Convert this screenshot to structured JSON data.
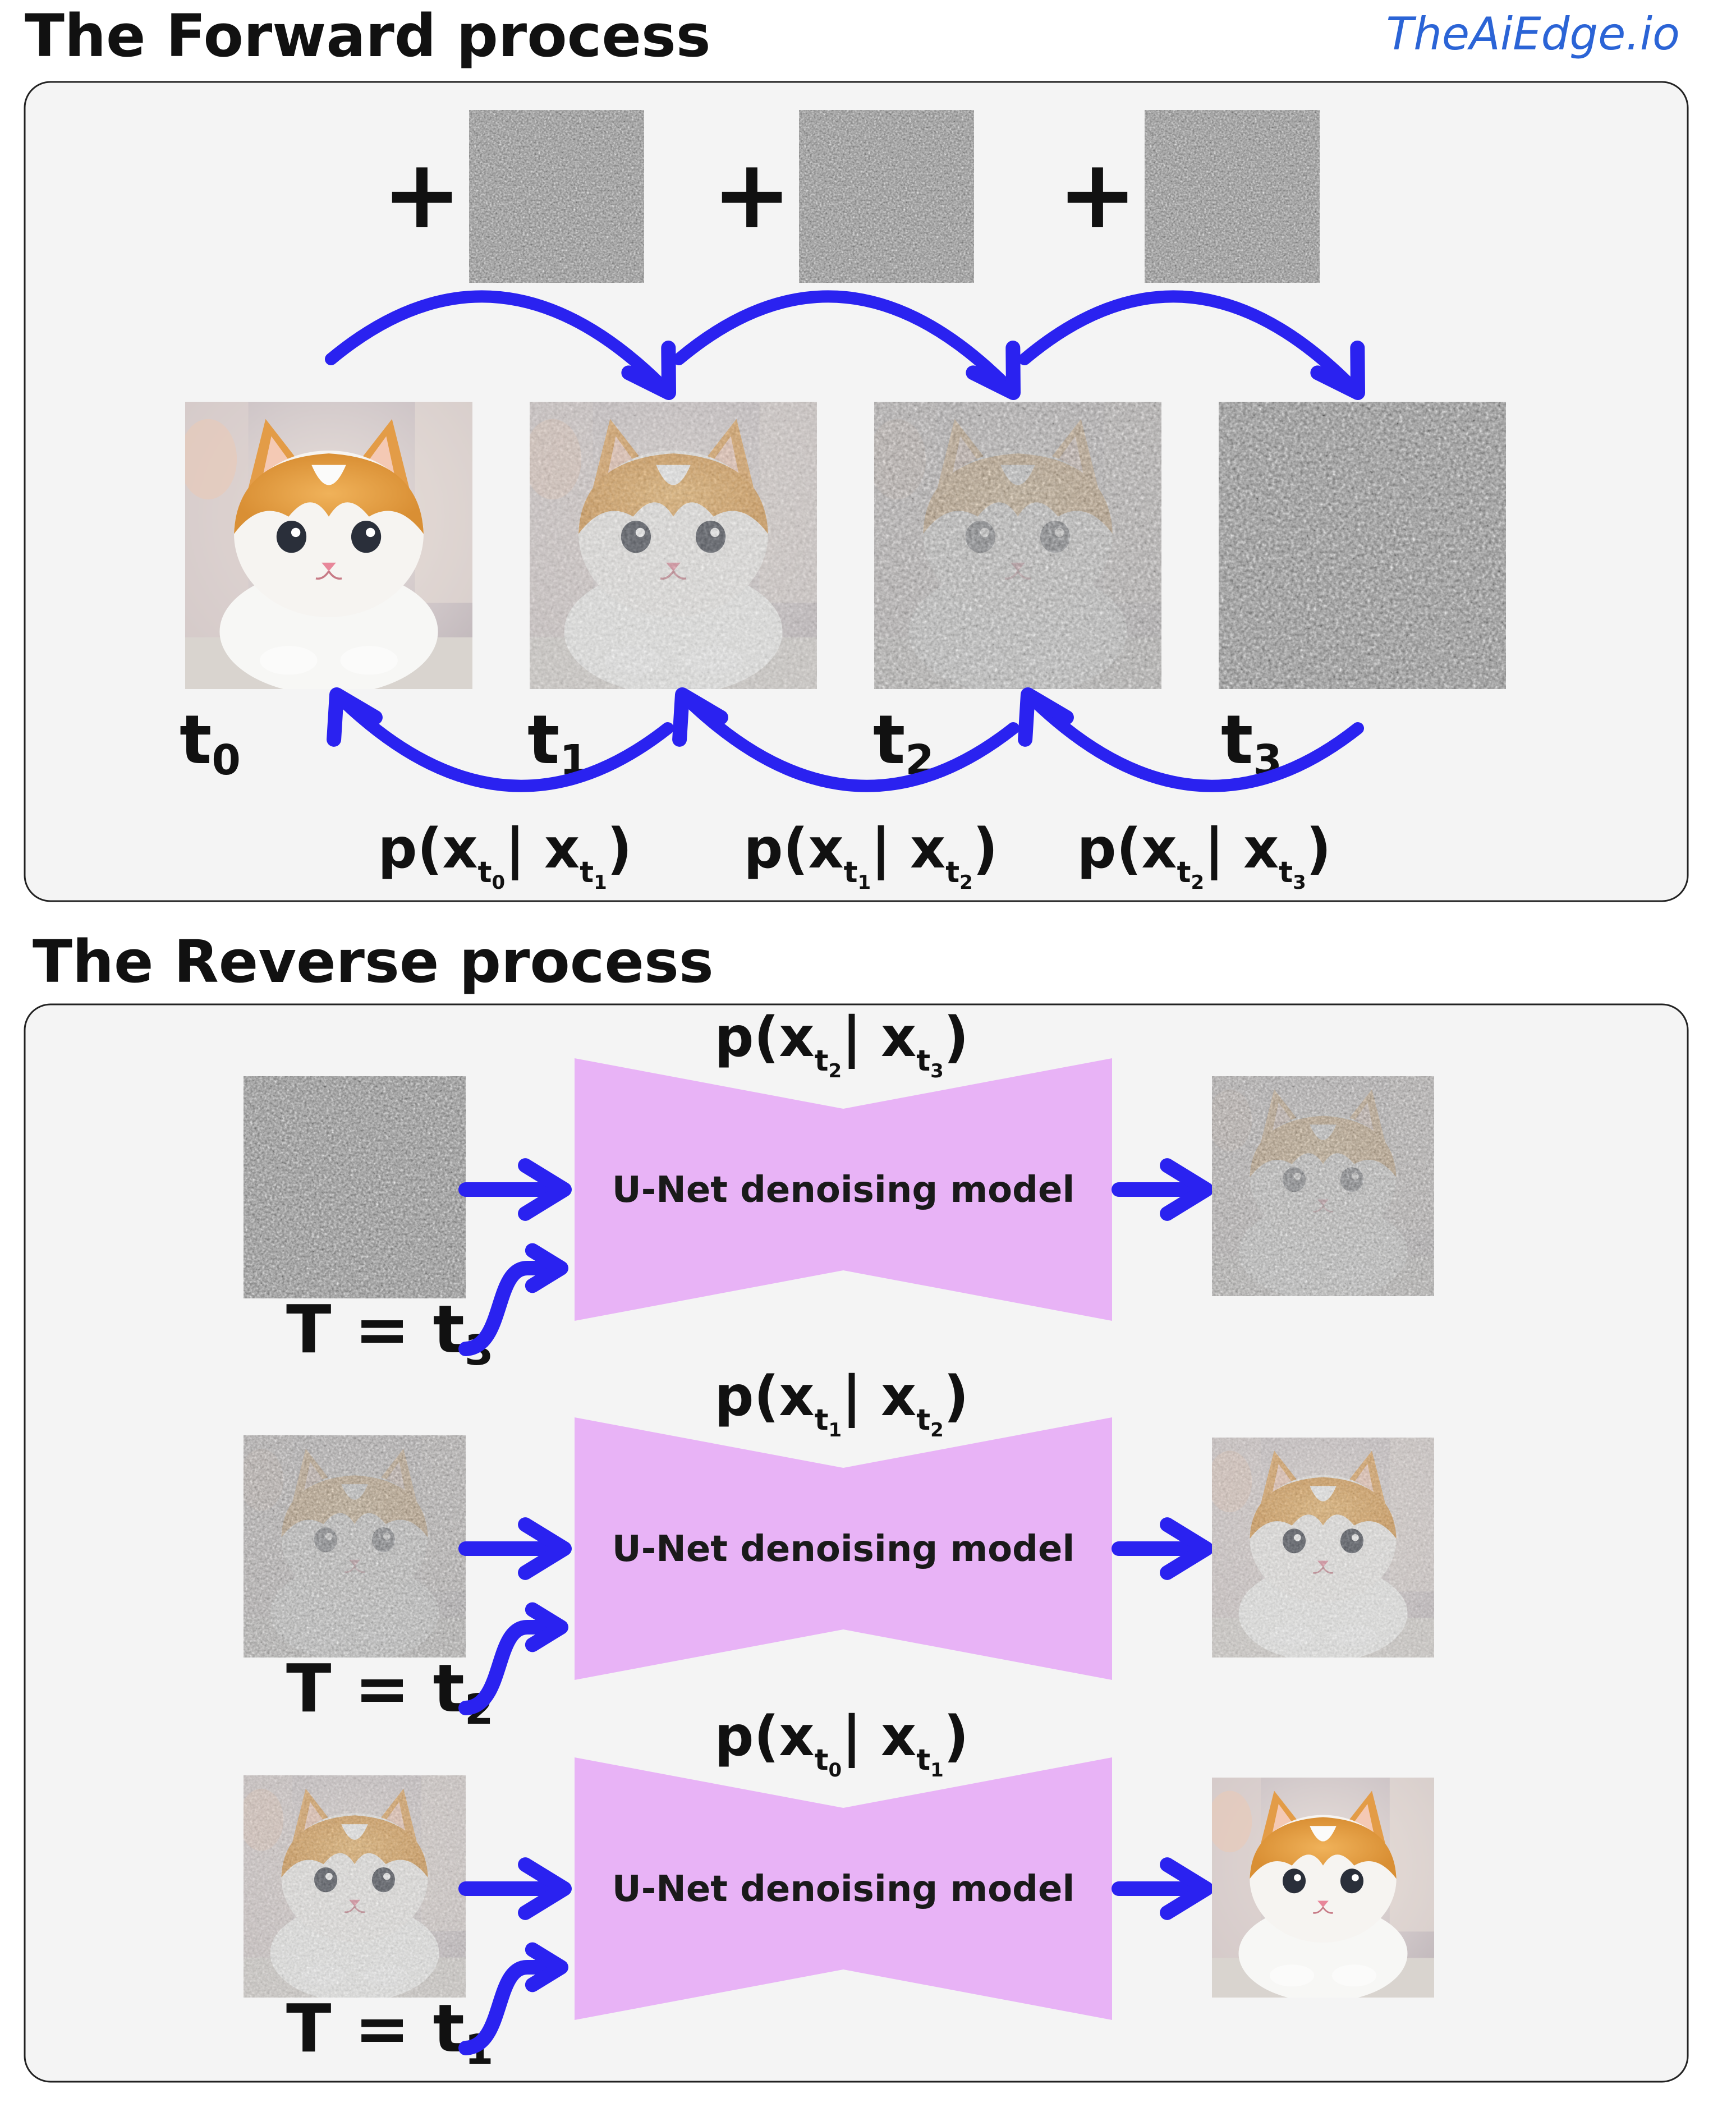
{
  "brand": "TheAiEdge.io",
  "colors": {
    "arrow": "#2a22f0",
    "panel_bg": "#f4f4f4",
    "panel_border": "#222222",
    "unet_fill": "#e8b3f6",
    "brand": "#2b64d6"
  },
  "forward": {
    "title": "The Forward process",
    "plus": "+",
    "steps": [
      {
        "label": "t",
        "sub": "0",
        "noise": 0.0
      },
      {
        "label": "t",
        "sub": "1",
        "noise": 0.4
      },
      {
        "label": "t",
        "sub": "2",
        "noise": 0.75
      },
      {
        "label": "t",
        "sub": "3",
        "noise": 1.0
      }
    ],
    "probs": [
      {
        "head": "p(x",
        "s1": "t",
        "s1s": "0",
        "mid": "| x",
        "s2": "t",
        "s2s": "1",
        "tail": ")"
      },
      {
        "head": "p(x",
        "s1": "t",
        "s1s": "1",
        "mid": "| x",
        "s2": "t",
        "s2s": "2",
        "tail": ")"
      },
      {
        "head": "p(x",
        "s1": "t",
        "s1s": "2",
        "mid": "| x",
        "s2": "t",
        "s2s": "3",
        "tail": ")"
      }
    ]
  },
  "reverse": {
    "title": "The Reverse process",
    "rows": [
      {
        "prob": {
          "head": "p(x",
          "s1": "t",
          "s1s": "2",
          "mid": "| x",
          "s2": "t",
          "s2s": "3",
          "tail": ")"
        },
        "model": "U-Net denoising model",
        "T_prefix": "T = t",
        "T_sub": "3",
        "input_noise": 1.0,
        "output_noise": 0.75
      },
      {
        "prob": {
          "head": "p(x",
          "s1": "t",
          "s1s": "1",
          "mid": "| x",
          "s2": "t",
          "s2s": "2",
          "tail": ")"
        },
        "model": "U-Net denoising model",
        "T_prefix": "T = t",
        "T_sub": "2",
        "input_noise": 0.75,
        "output_noise": 0.4
      },
      {
        "prob": {
          "head": "p(x",
          "s1": "t",
          "s1s": "0",
          "mid": "| x",
          "s2": "t",
          "s2s": "1",
          "tail": ")"
        },
        "model": "U-Net denoising model",
        "T_prefix": "T = t",
        "T_sub": "1",
        "input_noise": 0.4,
        "output_noise": 0.0
      }
    ]
  }
}
